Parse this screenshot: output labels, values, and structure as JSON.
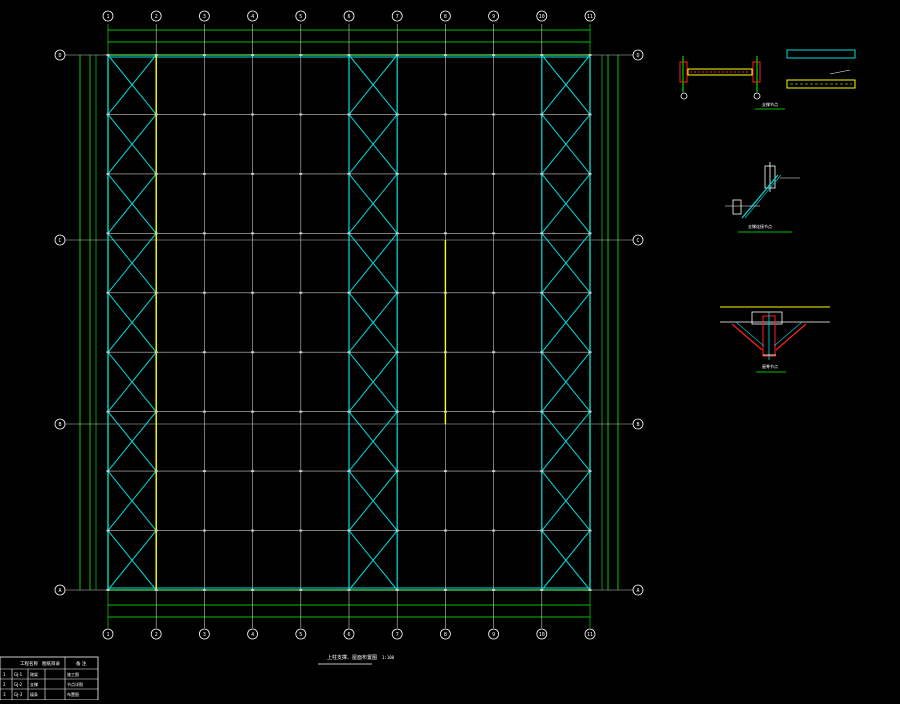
{
  "drawing": {
    "title": "上柱支撑、屋面布置图",
    "scale": "1:100",
    "column_axis_labels": [
      "1",
      "2",
      "3",
      "4",
      "5",
      "6",
      "7",
      "8",
      "9",
      "10",
      "11"
    ],
    "row_axis_labels": [
      "D",
      "C",
      "B",
      "A"
    ],
    "colors": {
      "background": "#000000",
      "grid": "#c8c8c8",
      "border": "#00ff00",
      "bracing": "#00dddd",
      "highlight": "#ffff00",
      "detail_red": "#ff2020",
      "bubble": "#ffffff"
    }
  },
  "details": {
    "detail_1_label": "支撑节点",
    "detail_2_label": "支撑连接节点",
    "detail_3_label": "屋脊节点"
  },
  "title_block": {
    "header_left": "工程名称",
    "header_mid": "图纸目录",
    "header_right": "备 注",
    "rows": [
      [
        "1",
        "GJ-1",
        "刚架",
        "施工图"
      ],
      [
        "2",
        "GJ-2",
        "支撑",
        "节点详图"
      ],
      [
        "3",
        "GJ-3",
        "檩条",
        "布置图"
      ]
    ]
  }
}
